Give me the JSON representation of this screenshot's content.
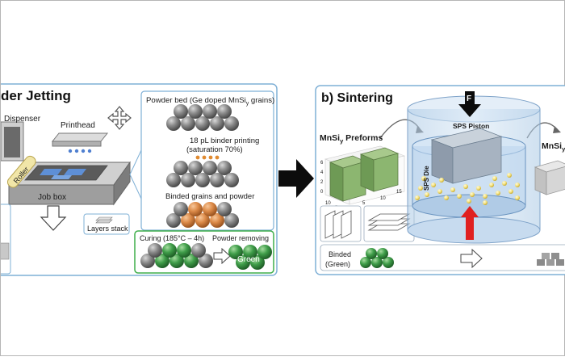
{
  "panel_a": {
    "title": "der Jetting",
    "labels": {
      "dispenser": "Dispenser",
      "printhead": "Printhead",
      "roller": "Roller",
      "job_box": "Job box",
      "layers_stack": "Layers stack"
    },
    "steps": {
      "powder_bed": "Powder bed (Ge doped MnSi",
      "powder_bed_sub": "y",
      "powder_bed_end": " grains)",
      "binder_printing_1": "18 pL binder printing",
      "binder_printing_2": "(saturation 70%)",
      "binded": "Binded grains and powder",
      "curing": "Curing (185°C – 4h)",
      "powder_removing": "Powder removing",
      "green": "Green"
    }
  },
  "panel_b": {
    "title": "b)  Sintering",
    "preforms_main": "MnSi",
    "preforms_sub": "y",
    "preforms_end": " Preforms",
    "sps_piston": "SPS Piston",
    "sps_die": "SPS Die",
    "force": "F",
    "right_label_main": "MnSi",
    "right_label_sub": "y",
    "binded_green_1": "Binded",
    "binded_green_2": "(Green)",
    "axis_ticks": [
      "6",
      "4",
      "2",
      "0",
      "10",
      "5",
      "00",
      "5",
      "10",
      "15"
    ]
  },
  "colors": {
    "panel_border": "#7fb0d6",
    "green_box_border": "#3fae4a",
    "sphere_grey": "#7a7a7a",
    "sphere_orange": "#d98a4a",
    "sphere_green": "#3e9a48",
    "die_blue": "#c6dcf0",
    "force_red": "#e02020"
  }
}
